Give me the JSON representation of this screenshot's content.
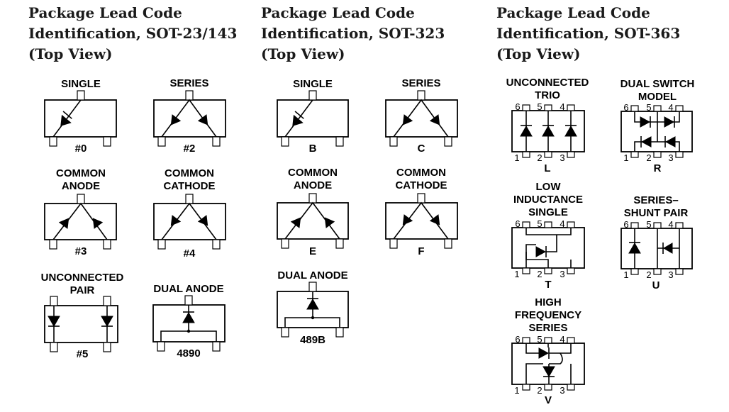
{
  "columns": [
    {
      "title": [
        "Package Lead Code",
        "Identification, SOT-23/143",
        "(Top View)"
      ]
    },
    {
      "title": [
        "Package Lead Code",
        "Identification, SOT-323",
        "(Top View)"
      ]
    },
    {
      "title": [
        "Package Lead Code",
        "Identification, SOT-363",
        "(Top View)"
      ]
    }
  ],
  "sot23": {
    "single": {
      "label": [
        "SINGLE"
      ],
      "code": "#0"
    },
    "series": {
      "label": [
        "SERIES"
      ],
      "code": "#2"
    },
    "common_anode": {
      "label": [
        "COMMON",
        "ANODE"
      ],
      "code": "#3"
    },
    "common_cathode": {
      "label": [
        "COMMON",
        "CATHODE"
      ],
      "code": "#4"
    },
    "unconnected_pair": {
      "label": [
        "UNCONNECTED",
        "PAIR"
      ],
      "code": "#5"
    },
    "dual_anode": {
      "label": [
        "DUAL ANODE"
      ],
      "code": "4890"
    }
  },
  "sot323": {
    "single": {
      "label": [
        "SINGLE"
      ],
      "code": "B"
    },
    "series": {
      "label": [
        "SERIES"
      ],
      "code": "C"
    },
    "common_anode": {
      "label": [
        "COMMON",
        "ANODE"
      ],
      "code": "E"
    },
    "common_cathode": {
      "label": [
        "COMMON",
        "CATHODE"
      ],
      "code": "F"
    },
    "dual_anode": {
      "label": [
        "DUAL ANODE"
      ],
      "code": "489B"
    }
  },
  "sot363": {
    "pin_numbers": {
      "top": [
        "6",
        "5",
        "4"
      ],
      "bottom": [
        "1",
        "2",
        "3"
      ]
    },
    "unconnected_trio": {
      "label": [
        "UNCONNECTED",
        "TRIO"
      ],
      "code": "L"
    },
    "dual_switch": {
      "label": [
        "DUAL SWITCH",
        "MODEL"
      ],
      "code": "R"
    },
    "low_inductance": {
      "label": [
        "LOW",
        "INDUCTANCE",
        "SINGLE"
      ],
      "code": "T"
    },
    "series_shunt": {
      "label": [
        "SERIES–",
        "SHUNT PAIR"
      ],
      "code": "U"
    },
    "high_freq": {
      "label": [
        "HIGH",
        "FREQUENCY",
        "SERIES"
      ],
      "code": "V"
    }
  }
}
